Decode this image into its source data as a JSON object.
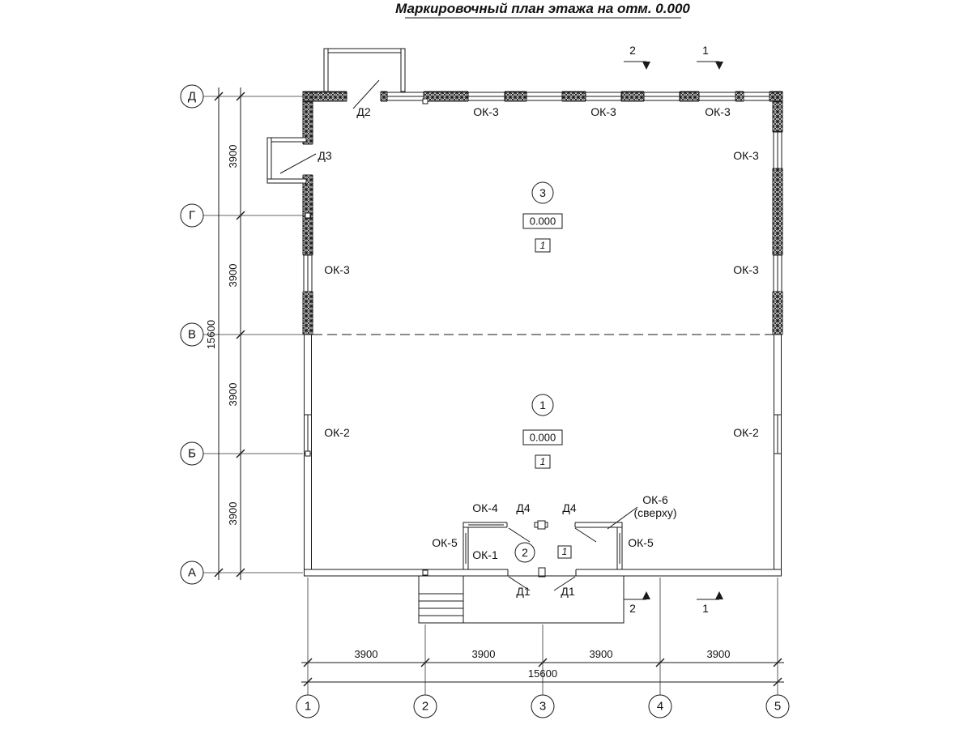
{
  "title": "Маркировочный план этажа на отм. 0.000",
  "axes": {
    "rows": [
      "Д",
      "Г",
      "В",
      "Б",
      "А"
    ],
    "cols": [
      "1",
      "2",
      "3",
      "4",
      "5"
    ]
  },
  "dims": {
    "span": "3900",
    "total": "15600"
  },
  "marks": {
    "d1": "Д1",
    "d2": "Д2",
    "d3": "Д3",
    "d4": "Д4",
    "ok1": "ОК-1",
    "ok2": "ОК-2",
    "ok3": "ОК-3",
    "ok4": "ОК-4",
    "ok5": "ОК-5",
    "ok6": "ОК-6",
    "ok6_note": "(сверху)"
  },
  "sections": {
    "s1": "1",
    "s2": "2"
  },
  "rooms": [
    {
      "number": "3",
      "elevation": "0.000",
      "finish": "1"
    },
    {
      "number": "1",
      "elevation": "0.000",
      "finish": "1"
    },
    {
      "number": "2",
      "finish": "1"
    }
  ]
}
